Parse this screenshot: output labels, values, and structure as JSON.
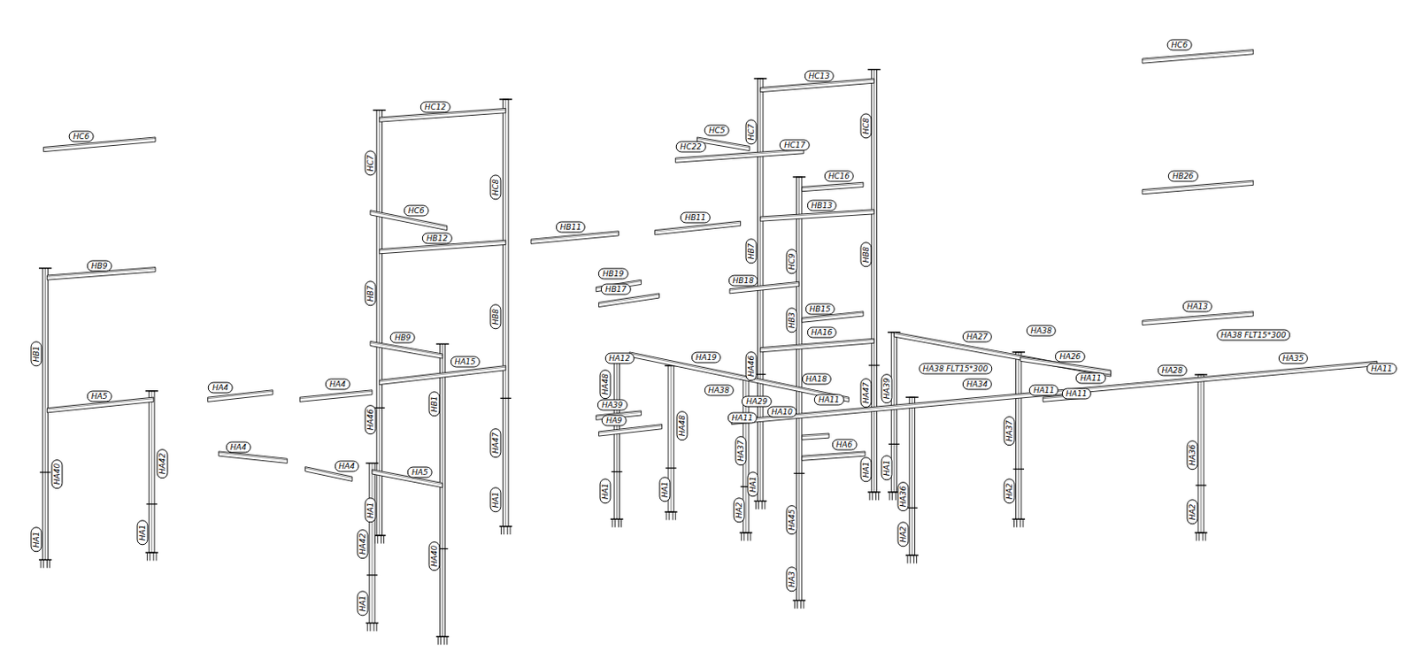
{
  "diagram": {
    "labels": [
      "HC6",
      "HB9",
      "HB1",
      "HA5",
      "HA40",
      "HA42",
      "HA1",
      "HA1",
      "HA4",
      "HA4",
      "HA4",
      "HA4",
      "HC12",
      "HC7",
      "HC8",
      "HC6",
      "HB12",
      "HB7",
      "HB8",
      "HB9",
      "HA15",
      "HA46",
      "HB1",
      "HA47",
      "HA5",
      "HA1",
      "HA1",
      "HA42",
      "HA40",
      "HA1",
      "HB11",
      "HB11",
      "HB19",
      "HB17",
      "HC13",
      "HC5",
      "HC22",
      "HC17",
      "HC7",
      "HC8",
      "HC16",
      "HB13",
      "HB7",
      "HC9",
      "HB8",
      "HB18",
      "HB15",
      "HB3",
      "HA16",
      "HA12",
      "HA19",
      "HA27",
      "HA38",
      "HA38 FLT15*300",
      "HA38 FLT15*300",
      "HA26",
      "HA28",
      "HA35",
      "HA11",
      "HA11",
      "HA11",
      "HA11",
      "HA46",
      "HA38",
      "HA18",
      "HA11",
      "HA34",
      "HA48",
      "HA39",
      "HA29",
      "HA10",
      "HA11",
      "HA9",
      "HA47",
      "HA39",
      "HA48",
      "HA6",
      "HA37",
      "HA37",
      "HA36",
      "HA1",
      "HA1",
      "HA1",
      "HA1",
      "HA1",
      "HA2",
      "HA2",
      "HA2",
      "HA36",
      "HA2",
      "HA45",
      "HA3",
      "HC6",
      "HB26",
      "HA13"
    ]
  }
}
